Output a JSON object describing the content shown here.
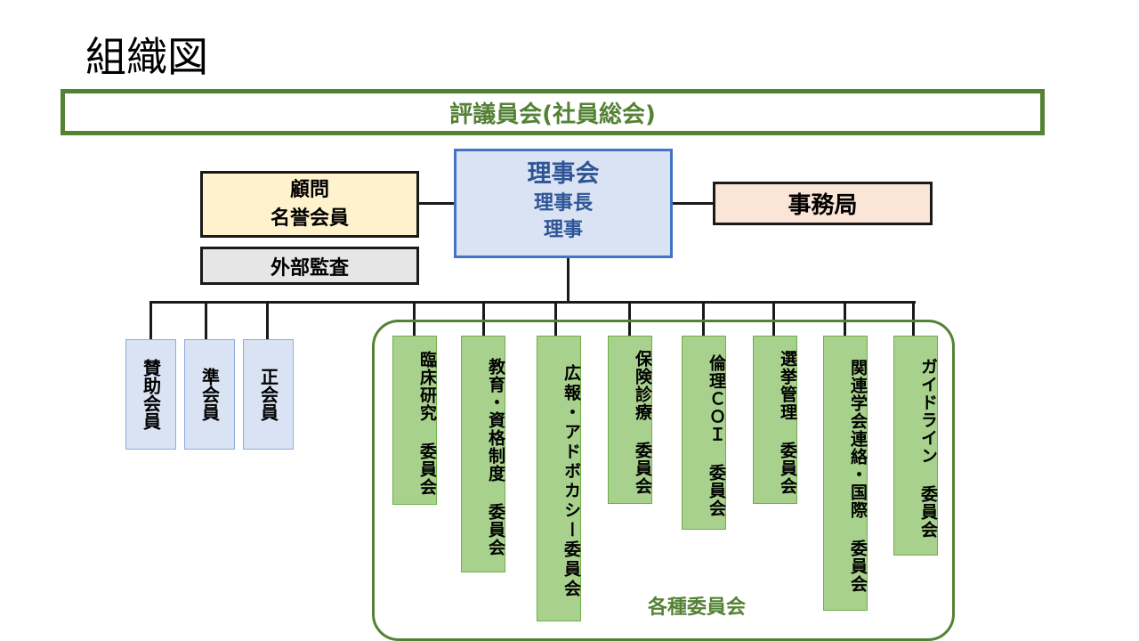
{
  "title": "組織図",
  "council": "評議員会(社員総会)",
  "board": {
    "name": "理事会",
    "chair": "理事長",
    "members": "理事"
  },
  "advisors": {
    "line1": "顧問",
    "line2": "名誉会員"
  },
  "audit": "外部監査",
  "secretariat": "事務局",
  "member_types": [
    "賛助会員",
    "準会員",
    "正会員"
  ],
  "committees_label": "各種委員会",
  "committees": [
    "臨床研究 委員会",
    "教育・資格制度 委員会",
    "広報・アドボカシー委員会",
    "保険診療 委員会",
    "倫理ＣＯＩ 委員会",
    "選挙管理 委員会",
    "関連学会連絡・国際 委員会",
    "ガイドライン 委員会"
  ],
  "colors": {
    "council_border": "#548235",
    "board_fill": "#dae3f3",
    "board_border": "#4472c4",
    "advisors_fill": "#fff2cc",
    "audit_fill": "#e7e6e6",
    "secretariat_fill": "#fbe5d6",
    "committee_fill": "#a9d18e"
  }
}
